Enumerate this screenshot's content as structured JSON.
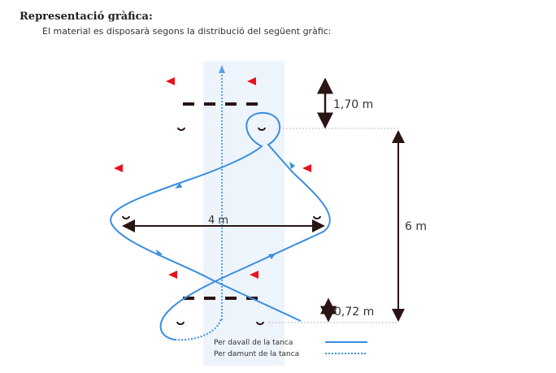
{
  "header": {
    "title": "Representació gràfica:",
    "subtitle": "El material es disposarà segons la distribució del següent gràfic:"
  },
  "diagram": {
    "dimensions": {
      "top_gap": "1,70 m",
      "width": "4 m",
      "length": "6 m",
      "bottom_gap": "0,72 m"
    },
    "legend": [
      {
        "label": "Per davall de la tanca",
        "style": "solid"
      },
      {
        "label": "Per damunt de la tanca",
        "style": "dotted"
      }
    ],
    "colors": {
      "path": "#3a8fe0",
      "cone": "#e8131b",
      "fence": "#2a1414",
      "band": "#eef4fb"
    }
  }
}
